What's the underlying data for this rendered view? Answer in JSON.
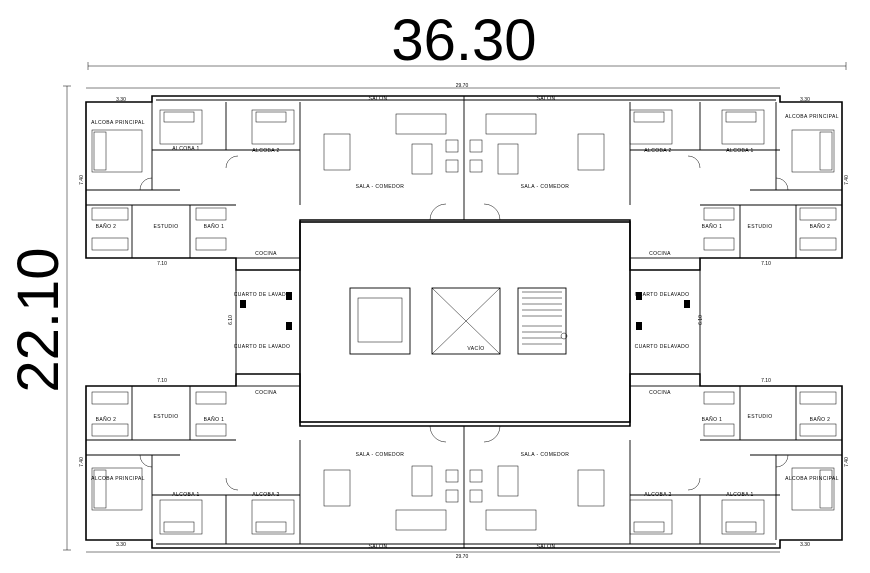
{
  "dimensions": {
    "overall_width": "36.30",
    "overall_height": "22.10",
    "inner_width": "29.70",
    "wing_width": "3.30",
    "unit_depth": "7.40",
    "service_width": "7.10",
    "core_height": "6.10"
  },
  "rooms": {
    "balcony": "SALON",
    "living_dining": "SALA - COMEDOR",
    "master_bedroom": "ALCOBA PRINCIPAL",
    "bedroom_1": "ALCOBA 1",
    "bedroom_2": "ALCOBA 2",
    "bath_1": "BAÑO 1",
    "bath_2": "BAÑO 2",
    "study": "ESTUDIO",
    "kitchen": "COCINA",
    "laundry_a": "CUARTO DE LAVADO",
    "laundry_b": "CUARTO DELAVADO",
    "void": "VACÍO"
  }
}
